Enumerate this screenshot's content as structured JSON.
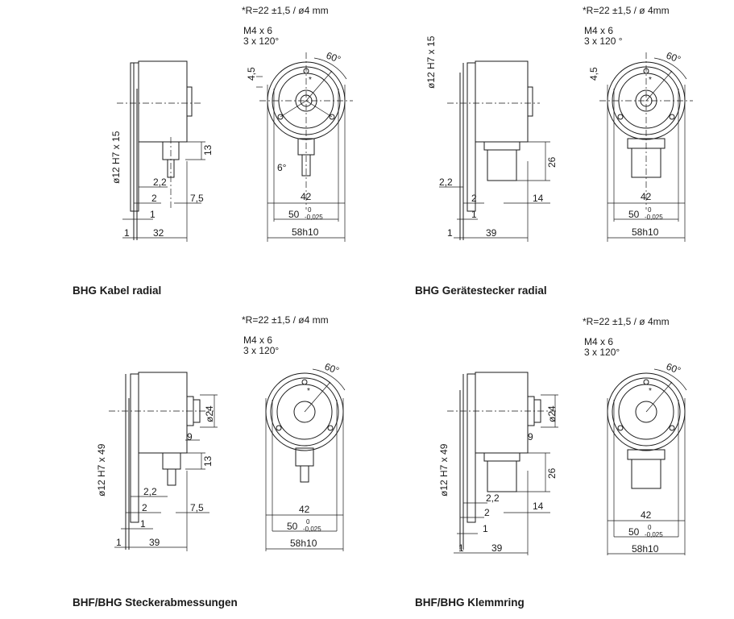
{
  "panels": [
    {
      "caption": "BHG Kabel radial",
      "variant": "cable",
      "front": {
        "r_note": "*R=22  ±1,5 / ø4 mm",
        "thread": "M4 x 6",
        "pattern": "3 x 120°",
        "angle": "60°",
        "dim_45": "4,5",
        "dim_42": "42",
        "dim_50": "50",
        "tol_upper": "0",
        "tol_lower": "-0,025",
        "dim_58": "58h10",
        "cable_angle": "6°",
        "star": "*"
      },
      "side": {
        "shaft": "ø12 H7 x 15",
        "d13": "13",
        "d2_2": "2,2",
        "d2": "2",
        "d7_5": "7,5",
        "d1a": "1",
        "d1b": "1",
        "dlen": "32"
      }
    },
    {
      "caption": "BHG Gerätestecker radial",
      "variant": "connector",
      "front": {
        "r_note": "*R=22  ±1,5 / ø 4mm",
        "thread": "M4 x  6",
        "pattern": "3 x 120 °",
        "angle": "60°",
        "dim_45": "4,5",
        "dim_42": "42",
        "dim_50": "50",
        "tol_upper": "0",
        "tol_lower": "-0,025",
        "dim_58": "58h10",
        "star": "*"
      },
      "side": {
        "shaft": "ø12 H7 x 15",
        "d26": "26",
        "d2_2": "2,2",
        "d2": "2",
        "d14": "14",
        "d1a": "1",
        "d1b": "1",
        "dlen": "39"
      }
    },
    {
      "caption": "BHF/BHG Steckerabmessungen",
      "variant": "plug",
      "front": {
        "r_note": "*R=22  ±1,5 / ø4 mm",
        "thread": "M4 x 6",
        "pattern": "3 x 120°",
        "angle": "60°",
        "dim_42": "42",
        "dim_50": "50",
        "tol_upper": "0",
        "tol_lower": "-0,025",
        "dim_58": "58h10",
        "star": "*"
      },
      "side": {
        "shaft": "ø12 H7 x 49",
        "d24": "ø24",
        "d9": "9",
        "d13": "13",
        "d2_2": "2,2",
        "d2": "2",
        "d7_5": "7,5",
        "d1a": "1",
        "d1b": "1",
        "dlen": "39"
      }
    },
    {
      "caption": "BHF/BHG Klemmring",
      "variant": "clamp",
      "front": {
        "r_note": "*R=22  ±1,5 / ø 4mm",
        "thread": "M4 x 6",
        "pattern": "3 x 120°",
        "angle": "60°",
        "dim_42": "42",
        "dim_50": "50",
        "tol_upper": "0",
        "tol_lower": "-0,025",
        "dim_58": "58h10",
        "star": "*"
      },
      "side": {
        "shaft": "ø12 H7 x 49",
        "d24": "ø24",
        "d9": "9",
        "d26": "26",
        "d2_2": "2,2",
        "d2": "2",
        "d14": "14",
        "d1a": "1",
        "d1b": "1",
        "dlen": "39"
      }
    }
  ]
}
